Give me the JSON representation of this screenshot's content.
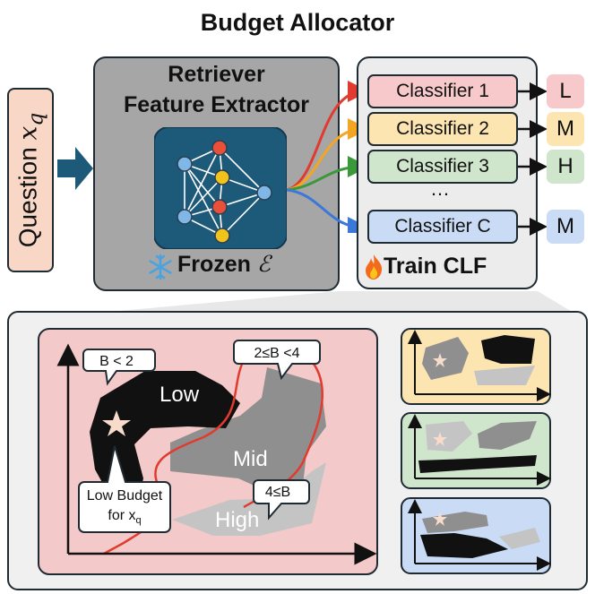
{
  "title": "Budget Allocator",
  "question": {
    "label": "Question",
    "var": "x",
    "sub": "q"
  },
  "retriever": {
    "line1": "Retriever",
    "line2": "Feature Extractor",
    "frozen_label": "Frozen",
    "frozen_symbol": "ℰ"
  },
  "classifiers": {
    "items": [
      {
        "label": "Classifier 1",
        "color": "#f7c9cb",
        "output": "L",
        "output_color": "#f7c9cb"
      },
      {
        "label": "Classifier 2",
        "color": "#fde5b1",
        "output": "M",
        "output_color": "#fde5b1"
      },
      {
        "label": "Classifier 3",
        "color": "#cfe6cc",
        "output": "H",
        "output_color": "#cfe6cc"
      },
      {
        "label": "Classifier C",
        "color": "#c9dbf5",
        "output": "M",
        "output_color": "#c9dbf5"
      }
    ],
    "ellipsis": "…",
    "train_label": "Train CLF"
  },
  "regions": {
    "low": "Low",
    "mid": "Mid",
    "high": "High",
    "callout_low": "B < 2",
    "callout_mid": "2≤B <4",
    "callout_high": "4≤B",
    "budget_line1": "Low Budget",
    "budget_line2": "for x",
    "budget_sub": "q"
  },
  "colors": {
    "panel_bg": "#f4c9c9",
    "network_bg": "#1d5a7a",
    "arrow": "#1d5a7a",
    "line_red": "#e03b2e",
    "line_orange": "#f3a623",
    "line_green": "#3a9a3a",
    "line_blue": "#3b78d8"
  }
}
